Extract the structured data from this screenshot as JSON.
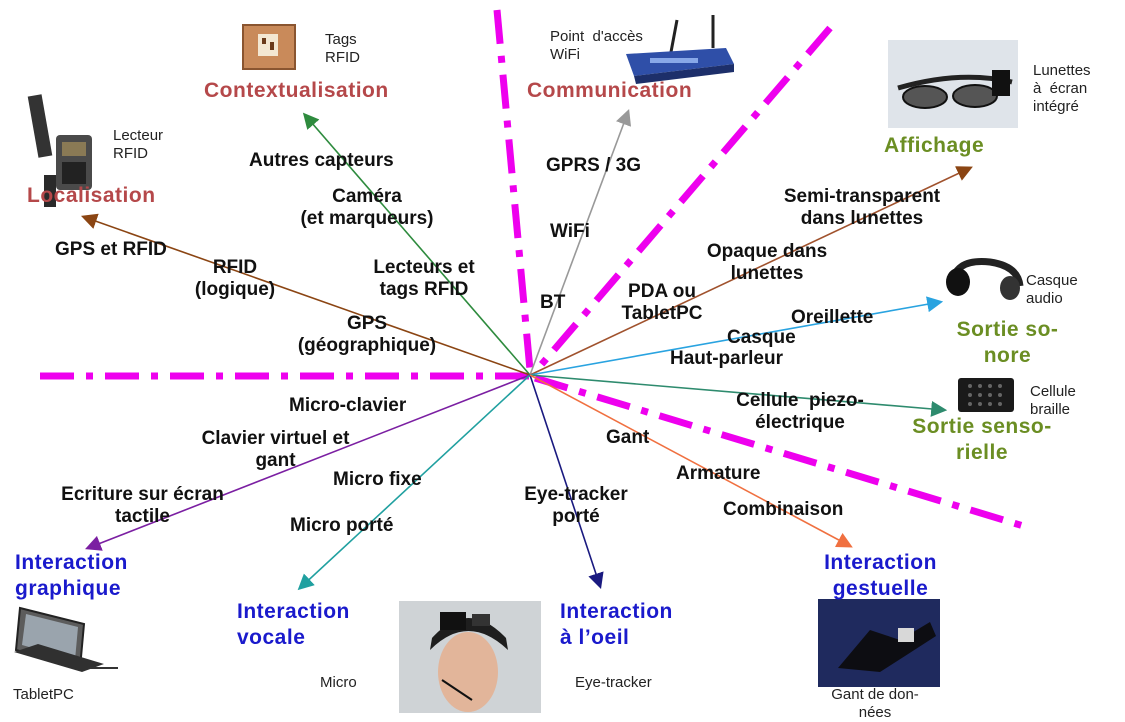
{
  "colors": {
    "axis_magenta": "#ee00ee",
    "red_category": "#b5484a",
    "green_category": "#6b8e23",
    "blue_category": "#1a1acc"
  },
  "categories": {
    "contextualisation": "Contextualisation",
    "communication": "Communication",
    "localisation": "Localisation",
    "affichage": "Affichage",
    "sortie_sonore": "Sortie so-\nnore",
    "sortie_sensorielle": "Sortie senso-\nrielle",
    "interaction_graphique": "Interaction\ngraphique",
    "interaction_vocale": "Interaction\nvocale",
    "interaction_oeil": "Interaction\nà l’oeil",
    "interaction_gestuelle": "Interaction\ngestuelle"
  },
  "devices": {
    "tags_rfid": "Tags\nRFID",
    "point_acces": "Point  d'accès\nWiFi",
    "lecteur_rfid": "Lecteur\nRFID",
    "lunettes": "Lunettes\nà  écran\nintégré",
    "casque_audio": "Casque\naudio",
    "cellule_braille": "Cellule\nbraille",
    "tabletpc": "TabletPC",
    "micro": "Micro",
    "eye_tracker": "Eye-tracker",
    "gant_donnees": "Gant de don-\nnées"
  },
  "labels": {
    "autres_capteurs": "Autres capteurs",
    "camera": "Caméra\n(et marqueurs)",
    "lecteurs_tags": "Lecteurs et\ntags RFID",
    "gprs": "GPRS / 3G",
    "wifi": "WiFi",
    "bt": "BT",
    "gps_rfid": "GPS et RFID",
    "rfid_logique": "RFID\n(logique)",
    "gps_geo": "GPS\n(géographique)",
    "semi_transparent": "Semi-transparent\ndans lunettes",
    "opaque": "Opaque dans\nlunettes",
    "pda": "PDA ou\nTabletPC",
    "oreillette": "Oreillette",
    "casque": "Casque",
    "haut_parleur": "Haut-parleur",
    "cellule_piezo": "Cellule  piezo-\nélectrique",
    "micro_clavier": "Micro-clavier",
    "clavier_virtuel": "Clavier virtuel et\ngant",
    "ecriture": "Ecriture sur écran\ntactile",
    "micro_fixe": "Micro fixe",
    "micro_porte": "Micro porté",
    "eye_tracker_porte": "Eye-tracker\nporté",
    "gant": "Gant",
    "armature": "Armature",
    "combinaison": "Combinaison"
  }
}
